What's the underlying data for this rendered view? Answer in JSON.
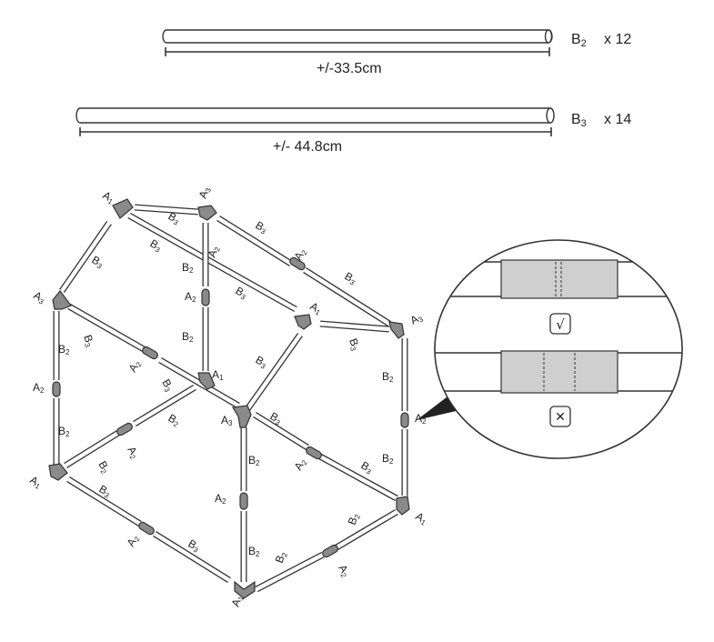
{
  "parts": {
    "b2": {
      "id": "B",
      "sub": "2",
      "qty": "x 12",
      "length": "+/-33.5cm"
    },
    "b3": {
      "id": "B",
      "sub": "3",
      "qty": "x 14",
      "length": "+/- 44.8cm"
    }
  },
  "labels": {
    "a1": {
      "t": "A",
      "s": "1"
    },
    "a2": {
      "t": "A",
      "s": "2"
    },
    "a3": {
      "t": "A",
      "s": "3"
    },
    "b2": {
      "t": "B",
      "s": "2"
    },
    "b3": {
      "t": "B",
      "s": "3"
    }
  },
  "detail": {
    "correct_symbol": "√",
    "wrong_symbol": "✕"
  }
}
